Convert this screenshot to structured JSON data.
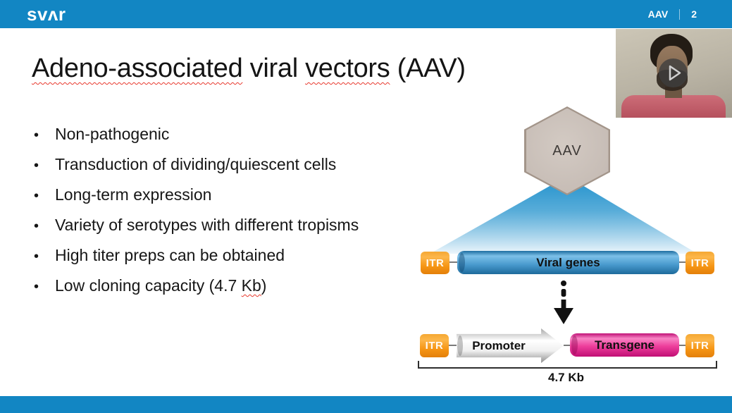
{
  "header": {
    "logo_text": "svʌr",
    "section_label": "AAV",
    "page_number": "2"
  },
  "title": {
    "seg1": "Adeno-associated",
    "seg2": " viral ",
    "seg3": "vectors",
    "seg4": " (AAV)"
  },
  "bullet_char": "•",
  "bullets": [
    {
      "pre": "Non-pathogenic",
      "mark": "",
      "post": ""
    },
    {
      "pre": "Transduction of dividing/quiescent cells",
      "mark": "",
      "post": ""
    },
    {
      "pre": "Long-term expression",
      "mark": "",
      "post": ""
    },
    {
      "pre": "Variety of serotypes with different tropisms",
      "mark": "",
      "post": ""
    },
    {
      "pre": "High titer preps can be obtained",
      "mark": "",
      "post": ""
    },
    {
      "pre": "Low cloning capacity (4.7 ",
      "mark": "Kb",
      "post": ")"
    }
  ],
  "diagram": {
    "capsid_label": "AAV",
    "itr_label": "ITR",
    "viral_genes_label": "Viral genes",
    "promoter_label": "Promoter",
    "transgene_label": "Transgene",
    "size_label": "4.7 Kb"
  },
  "theme": {
    "header_blue": "#1286c3",
    "itr_orange": "#f69514",
    "gene_blue": "#4899cd",
    "transgene_pink": "#ee3f9c",
    "hexagon_tan": "#c6bcb5",
    "funnel_blue": "#2191cc",
    "squiggle_red": "#e8392e"
  }
}
